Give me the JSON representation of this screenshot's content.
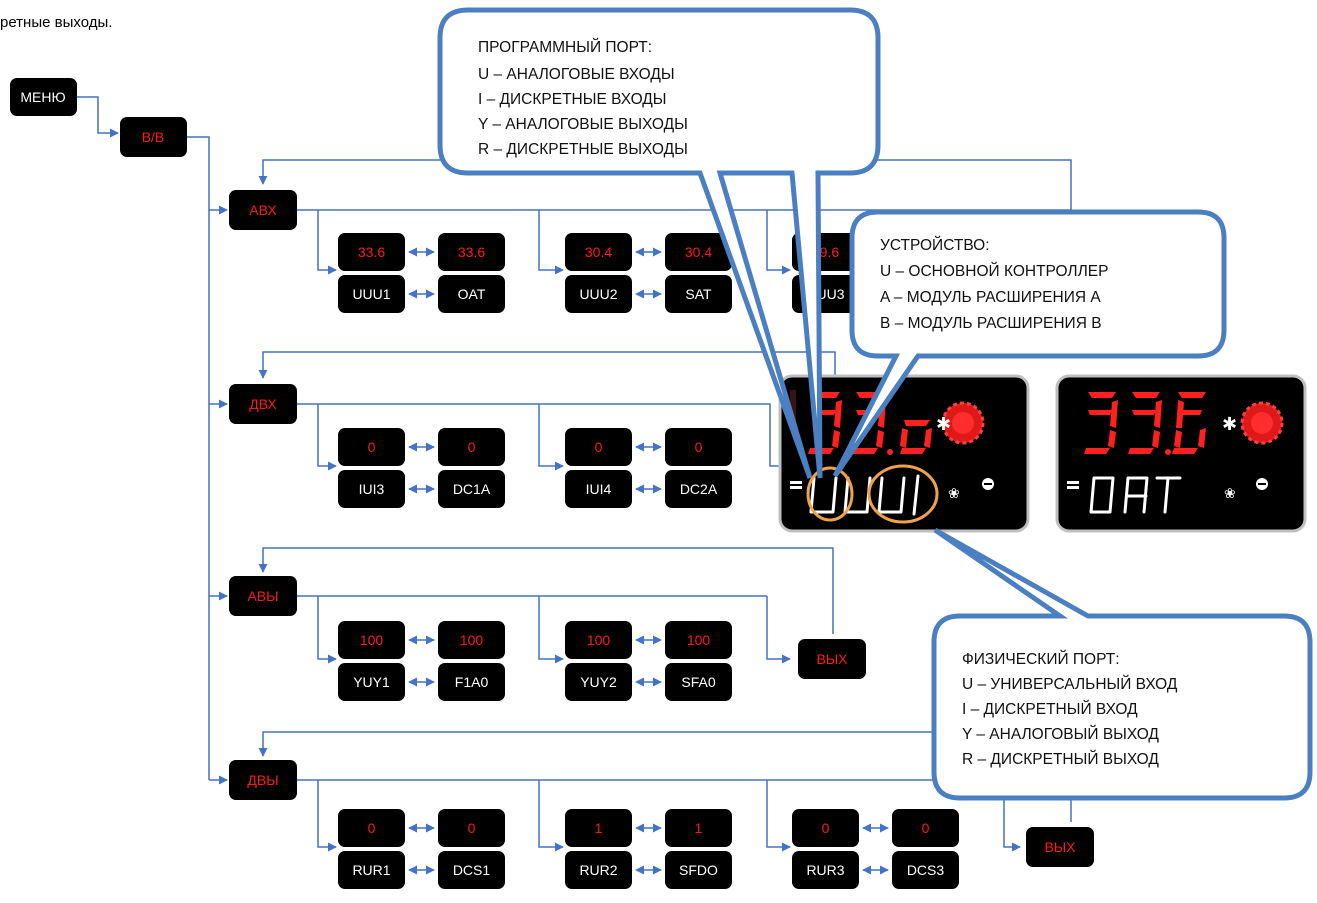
{
  "header_text": "ретные выходы.",
  "menu": {
    "menu": "МЕНЮ",
    "io": "В/В"
  },
  "sections": {
    "abx": "АВХ",
    "dvx": "ДВХ",
    "avy": "АВЫ",
    "dvy": "ДВЫ",
    "exit1": "ВЫХ",
    "exit2": "ВЫХ"
  },
  "rows": {
    "abx": [
      {
        "v1": "33.6",
        "v2": "33.6",
        "n1": "UUU1",
        "n2": "OAT"
      },
      {
        "v1": "30.4",
        "v2": "30.4",
        "n1": "UUU2",
        "n2": "SAT"
      },
      {
        "v1": "49.6",
        "n1": "UUU3"
      }
    ],
    "dvx": [
      {
        "v1": "0",
        "v2": "0",
        "n1": "IUI3",
        "n2": "DC1A"
      },
      {
        "v1": "0",
        "v2": "0",
        "n1": "IUI4",
        "n2": "DC2A"
      }
    ],
    "avy": [
      {
        "v1": "100",
        "v2": "100",
        "n1": "YUY1",
        "n2": "F1A0"
      },
      {
        "v1": "100",
        "v2": "100",
        "n1": "YUY2",
        "n2": "SFA0"
      }
    ],
    "dvy": [
      {
        "v1": "0",
        "v2": "0",
        "n1": "RUR1",
        "n2": "DCS1"
      },
      {
        "v1": "1",
        "v2": "1",
        "n1": "RUR2",
        "n2": "SFDO"
      },
      {
        "v1": "0",
        "v2": "0",
        "n1": "RUR3",
        "n2": "DCS3"
      }
    ]
  },
  "callouts": {
    "program_port": [
      "ПРОГРАММНЫЙ ПОРТ:",
      "U – АНАЛОГОВЫЕ ВХОДЫ",
      "I – ДИСКРЕТНЫЕ ВХОДЫ",
      "Y – АНАЛОГОВЫЕ ВЫХОДЫ",
      "R – ДИСКРЕТНЫЕ ВЫХОДЫ"
    ],
    "device": [
      "УСТРОЙСТВО:",
      "U – ОСНОВНОЙ КОНТРОЛЛЕР",
      "A – МОДУЛЬ РАСШИРЕНИЯ А",
      "B – МОДУЛЬ РАСШИРЕНИЯ В"
    ],
    "physical_port": [
      "ФИЗИЧЕСКИЙ ПОРТ:",
      "U – УНИВЕРСАЛЬНЫЙ ВХОД",
      "I – ДИСКРЕТНЫЙ ВХОД",
      "Y – АНАЛОГОВЫЙ ВЫХОД",
      "R – ДИСКРЕТНЫЙ ВЫХОД"
    ]
  },
  "displays": {
    "left": {
      "top": "33.6",
      "bottom": "UUU1"
    },
    "right": {
      "top": "33.6",
      "bottom": "OAT"
    }
  },
  "colors": {
    "connector": "#4472c4",
    "callout_border": "#4a7fc1",
    "highlight": "#f0a24b",
    "value_red": "#ff1a1a"
  }
}
